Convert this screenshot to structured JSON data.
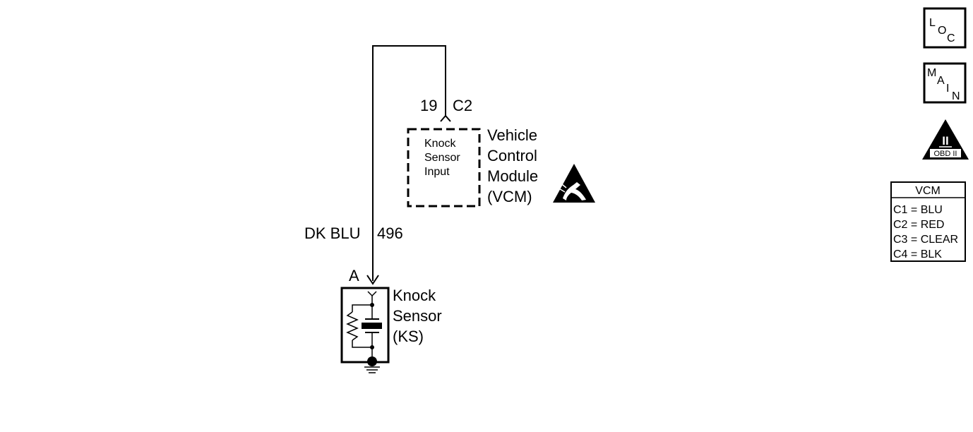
{
  "connector": {
    "pin": "19",
    "name": "C2"
  },
  "vcm_box": {
    "input_label": [
      "Knock",
      "Sensor",
      "Input"
    ],
    "title_lines": [
      "Vehicle",
      "Control",
      "Module",
      "(VCM)"
    ]
  },
  "wire": {
    "color": "DK BLU",
    "circuit": "496"
  },
  "sensor": {
    "terminal": "A",
    "title_lines": [
      "Knock",
      "Sensor",
      "(KS)"
    ]
  },
  "nav": {
    "loc": [
      "L",
      "O",
      "C"
    ],
    "main": [
      "M",
      "A",
      "I",
      "N"
    ],
    "obd": {
      "numeral": "II",
      "label": "OBD II"
    }
  },
  "legend": {
    "title": "VCM",
    "rows": [
      "C1 = BLU",
      "C2 = RED",
      "C3 = CLEAR",
      "C4 = BLK"
    ]
  }
}
